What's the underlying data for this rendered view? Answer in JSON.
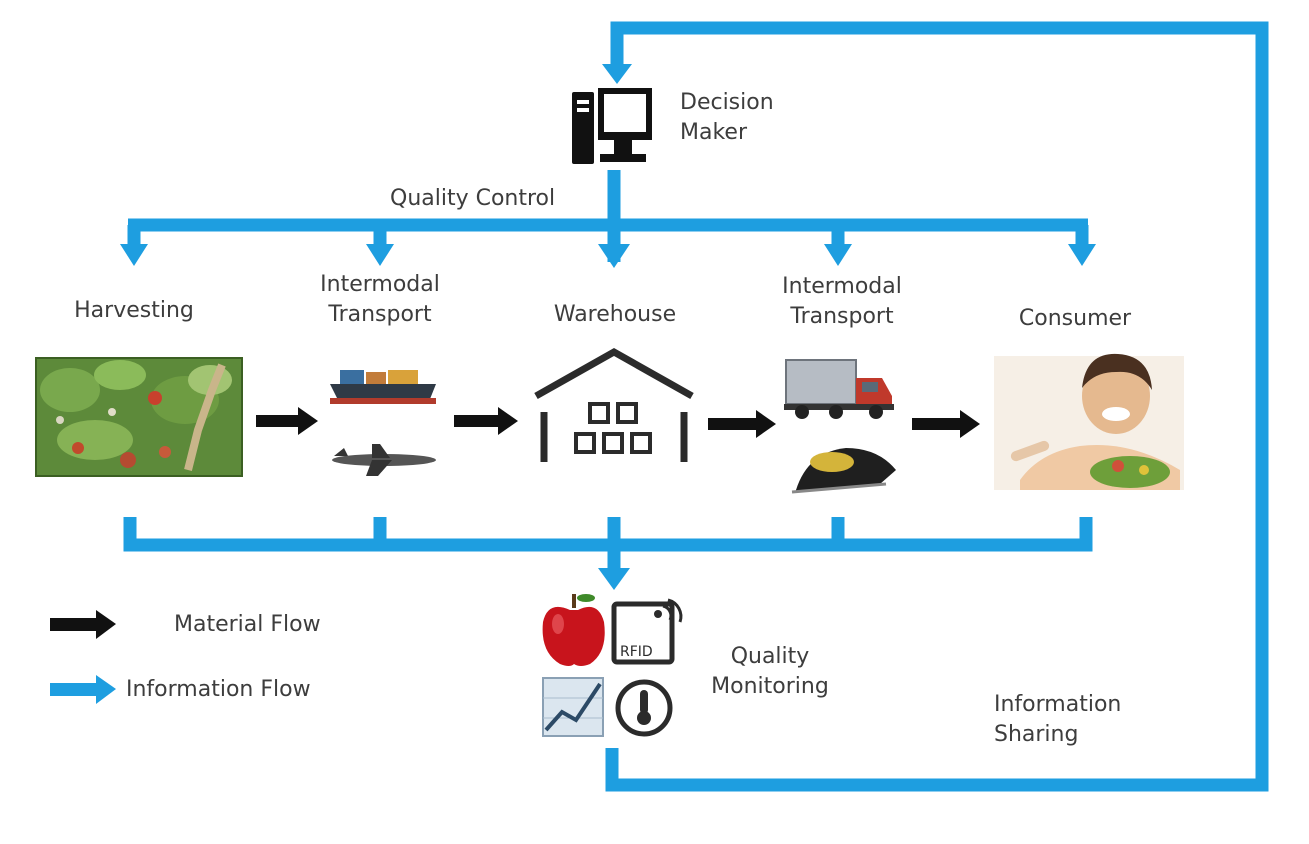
{
  "decision_maker": {
    "label_line1": "Decision",
    "label_line2": "Maker"
  },
  "quality_control": {
    "label": "Quality Control"
  },
  "stages": [
    {
      "label_line1": "Harvesting",
      "label_line2": ""
    },
    {
      "label_line1": "Intermodal",
      "label_line2": "Transport"
    },
    {
      "label_line1": "Warehouse",
      "label_line2": ""
    },
    {
      "label_line1": "Intermodal",
      "label_line2": "Transport"
    },
    {
      "label_line1": "Consumer",
      "label_line2": ""
    }
  ],
  "quality_monitoring": {
    "label_line1": "Quality",
    "label_line2": "Monitoring",
    "rfid_text": "RFID"
  },
  "information_sharing": {
    "label_line1": "Information",
    "label_line2": "Sharing"
  },
  "legend": [
    {
      "label": "Material Flow",
      "color": "#111111"
    },
    {
      "label": "Information Flow",
      "color": "#1e9ee0"
    }
  ],
  "colors": {
    "info_flow": "#1e9ee0",
    "material_flow": "#111111",
    "text": "#3d3d3d"
  }
}
